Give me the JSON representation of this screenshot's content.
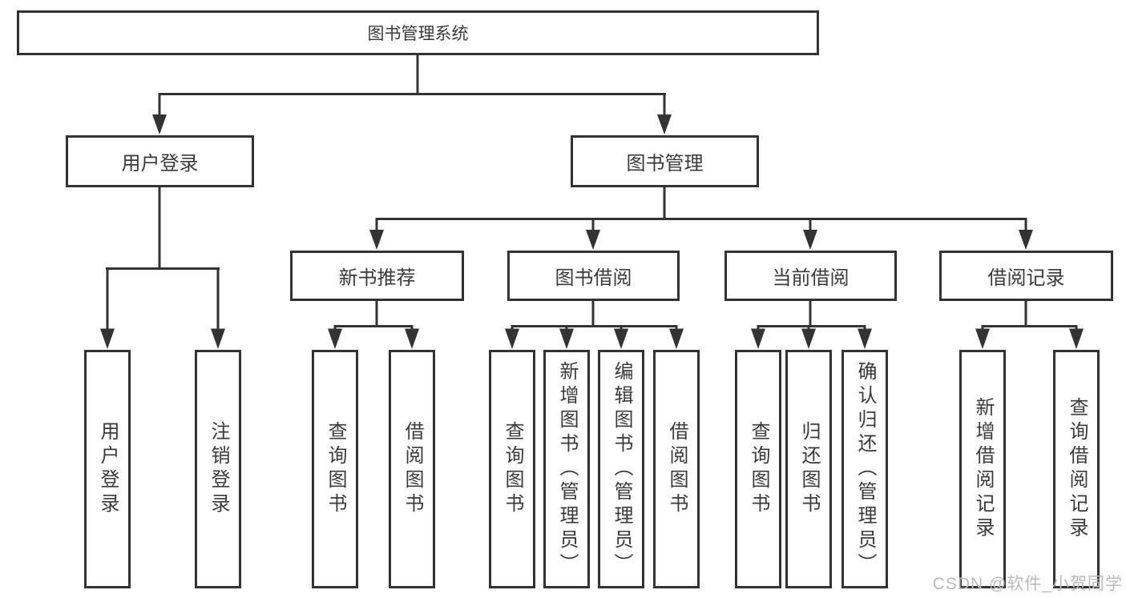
{
  "diagram": {
    "root": "图书管理系统",
    "level2": {
      "user_login": "用户登录",
      "book_mgmt": "图书管理"
    },
    "level3": {
      "new_books": "新书推荐",
      "book_borrow": "图书借阅",
      "current_borrow": "当前借阅",
      "borrow_records": "借阅记录"
    },
    "leaves": {
      "user_login": [
        "用户登录",
        "注销登录"
      ],
      "new_books": [
        "查询图书",
        "借阅图书"
      ],
      "book_borrow": [
        "查询图书",
        "新增图书（管理员）",
        "编辑图书（管理员）",
        "借阅图书"
      ],
      "current_borrow": [
        "查询图书",
        "归还图书",
        "确认归还（管理员）"
      ],
      "borrow_records": [
        "新增借阅记录",
        "查询借阅记录"
      ]
    }
  },
  "watermark": "CSDN @软件_小贺同学",
  "colors": {
    "line": "#333333",
    "text": "#3a3a3a",
    "watermark": "#b9b9b9",
    "background": "#ffffff"
  }
}
